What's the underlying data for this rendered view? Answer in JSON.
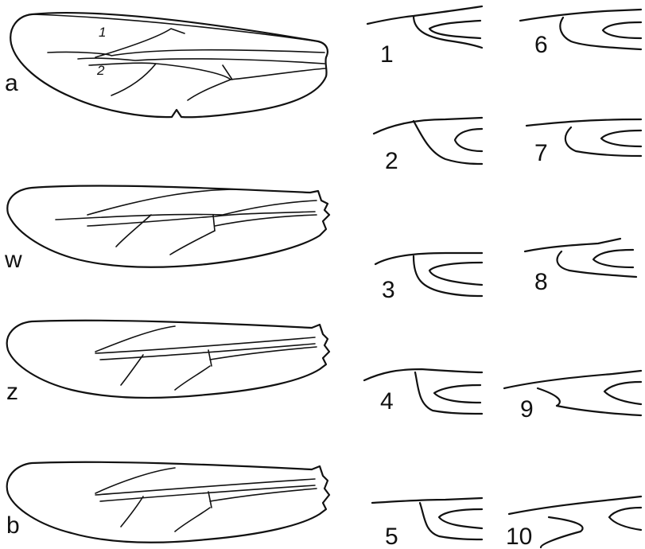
{
  "wings": [
    {
      "id": "a",
      "label": "a",
      "vein_numbers": [
        "1",
        "2"
      ]
    },
    {
      "id": "w",
      "label": "w"
    },
    {
      "id": "z",
      "label": "z"
    },
    {
      "id": "b",
      "label": "b"
    }
  ],
  "details": [
    {
      "label": "1"
    },
    {
      "label": "2"
    },
    {
      "label": "3"
    },
    {
      "label": "4"
    },
    {
      "label": "5"
    },
    {
      "label": "6"
    },
    {
      "label": "7"
    },
    {
      "label": "8"
    },
    {
      "label": "9"
    },
    {
      "label": "10"
    }
  ],
  "colors": {
    "ink": "#111111",
    "background": "#ffffff"
  }
}
